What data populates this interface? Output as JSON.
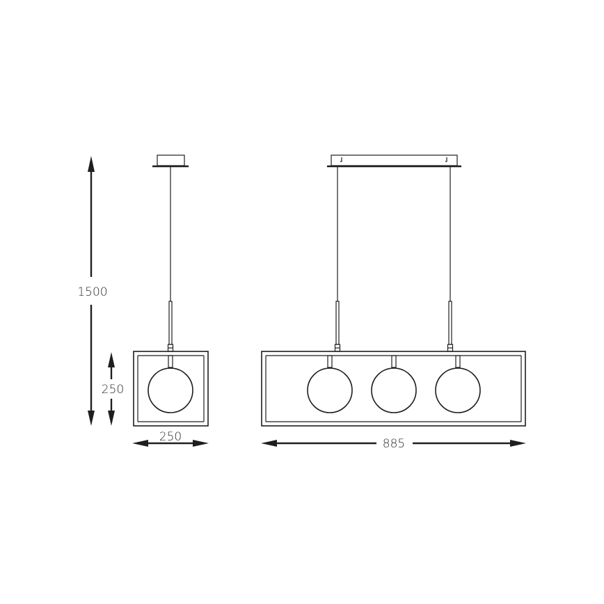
{
  "drawing": {
    "type": "technical-dimension-drawing",
    "subject": "pendant lamp with rectangular frame and glass globes",
    "colors": {
      "line": "#1e1e1e",
      "text": "#2b2b2b",
      "background": "#ffffff"
    },
    "dimensions": {
      "total_height": "1500",
      "frame_height": "250",
      "side_width": "250",
      "front_width": "885"
    },
    "views": [
      {
        "name": "side-view",
        "globes": 1,
        "suspension_cables": 1
      },
      {
        "name": "front-view",
        "globes": 3,
        "suspension_cables": 2
      }
    ]
  }
}
